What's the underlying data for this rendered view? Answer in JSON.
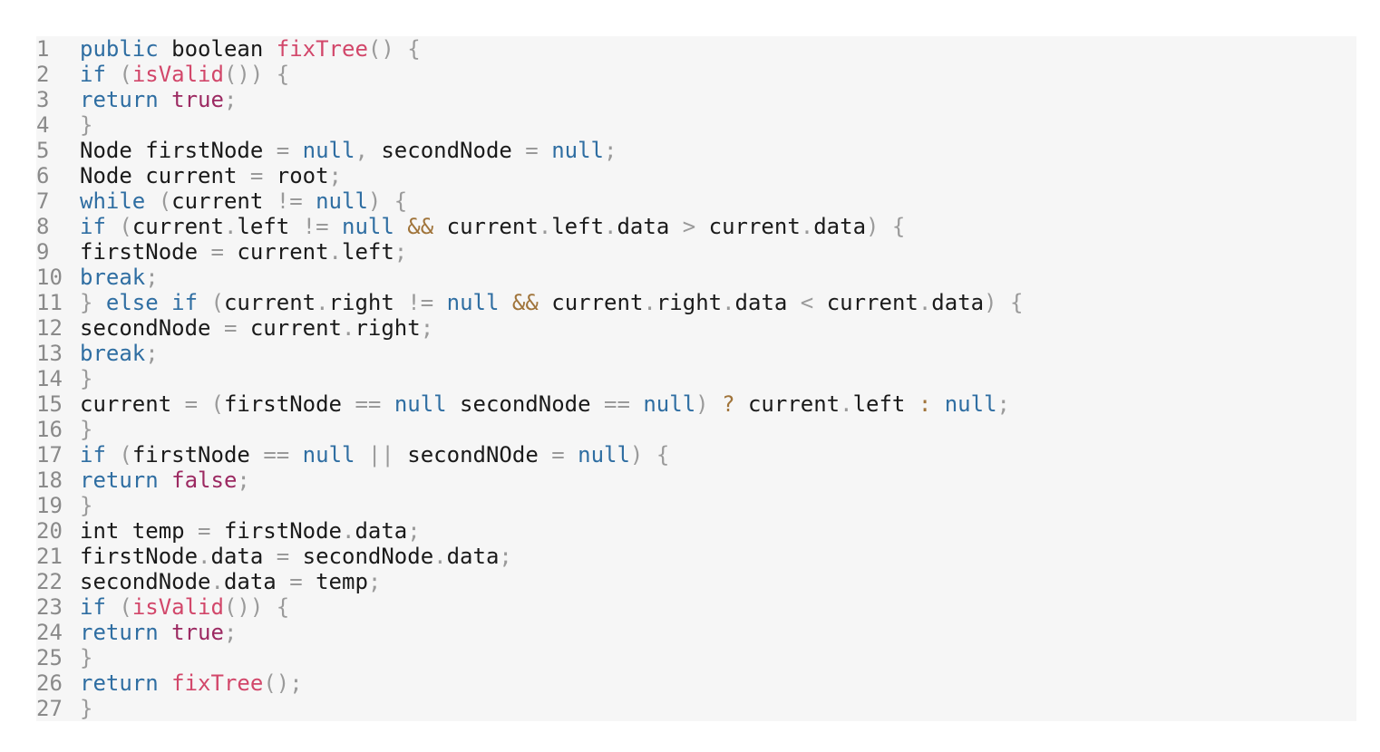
{
  "colors": {
    "keyword": "#2f6ea2",
    "function": "#d2476a",
    "literal": "#9c2a62",
    "punctuation": "#9a9a9a",
    "logical_operator": "#a0743a",
    "plain": "#1a1a1a",
    "gutter": "#8a8a8a",
    "background": "#f6f6f6"
  },
  "code": {
    "lines": [
      {
        "num": "1",
        "tokens": [
          [
            "kw",
            "public"
          ],
          [
            "plain",
            " boolean "
          ],
          [
            "fn",
            "fixTree"
          ],
          [
            "punc",
            "() {"
          ]
        ]
      },
      {
        "num": "2",
        "tokens": [
          [
            "kw",
            "if"
          ],
          [
            "punc",
            " ("
          ],
          [
            "fn",
            "isValid"
          ],
          [
            "punc",
            "()) {"
          ]
        ]
      },
      {
        "num": "3",
        "tokens": [
          [
            "kw",
            "return"
          ],
          [
            "plain",
            " "
          ],
          [
            "lit",
            "true"
          ],
          [
            "punc",
            ";"
          ]
        ]
      },
      {
        "num": "4",
        "tokens": [
          [
            "punc",
            "}"
          ]
        ]
      },
      {
        "num": "5",
        "tokens": [
          [
            "plain",
            "Node firstNode "
          ],
          [
            "op",
            "="
          ],
          [
            "plain",
            " "
          ],
          [
            "kw",
            "null"
          ],
          [
            "punc",
            ","
          ],
          [
            "plain",
            " secondNode "
          ],
          [
            "op",
            "="
          ],
          [
            "plain",
            " "
          ],
          [
            "kw",
            "null"
          ],
          [
            "punc",
            ";"
          ]
        ]
      },
      {
        "num": "6",
        "tokens": [
          [
            "plain",
            "Node current "
          ],
          [
            "op",
            "="
          ],
          [
            "plain",
            " root"
          ],
          [
            "punc",
            ";"
          ]
        ]
      },
      {
        "num": "7",
        "tokens": [
          [
            "kw",
            "while"
          ],
          [
            "plain",
            " "
          ],
          [
            "punc",
            "("
          ],
          [
            "plain",
            "current "
          ],
          [
            "op",
            "!="
          ],
          [
            "plain",
            " "
          ],
          [
            "kw",
            "null"
          ],
          [
            "punc",
            ") {"
          ]
        ]
      },
      {
        "num": "8",
        "tokens": [
          [
            "kw",
            "if"
          ],
          [
            "plain",
            " "
          ],
          [
            "punc",
            "("
          ],
          [
            "plain",
            "current"
          ],
          [
            "punc",
            "."
          ],
          [
            "plain",
            "left "
          ],
          [
            "op",
            "!="
          ],
          [
            "plain",
            " "
          ],
          [
            "kw",
            "null"
          ],
          [
            "plain",
            " "
          ],
          [
            "amp",
            "&&"
          ],
          [
            "plain",
            " current"
          ],
          [
            "punc",
            "."
          ],
          [
            "plain",
            "left"
          ],
          [
            "punc",
            "."
          ],
          [
            "plain",
            "data "
          ],
          [
            "op",
            ">"
          ],
          [
            "plain",
            " current"
          ],
          [
            "punc",
            "."
          ],
          [
            "plain",
            "data"
          ],
          [
            "punc",
            ") {"
          ]
        ]
      },
      {
        "num": "9",
        "tokens": [
          [
            "plain",
            "firstNode "
          ],
          [
            "op",
            "="
          ],
          [
            "plain",
            " current"
          ],
          [
            "punc",
            "."
          ],
          [
            "plain",
            "left"
          ],
          [
            "punc",
            ";"
          ]
        ]
      },
      {
        "num": "10",
        "tokens": [
          [
            "kw",
            "break"
          ],
          [
            "punc",
            ";"
          ]
        ]
      },
      {
        "num": "11",
        "tokens": [
          [
            "punc",
            "}"
          ],
          [
            "plain",
            " "
          ],
          [
            "kw",
            "else if"
          ],
          [
            "plain",
            " "
          ],
          [
            "punc",
            "("
          ],
          [
            "plain",
            "current"
          ],
          [
            "punc",
            "."
          ],
          [
            "plain",
            "right "
          ],
          [
            "op",
            "!="
          ],
          [
            "plain",
            " "
          ],
          [
            "kw",
            "null"
          ],
          [
            "plain",
            " "
          ],
          [
            "amp",
            "&&"
          ],
          [
            "plain",
            " current"
          ],
          [
            "punc",
            "."
          ],
          [
            "plain",
            "right"
          ],
          [
            "punc",
            "."
          ],
          [
            "plain",
            "data "
          ],
          [
            "op",
            "<"
          ],
          [
            "plain",
            " current"
          ],
          [
            "punc",
            "."
          ],
          [
            "plain",
            "data"
          ],
          [
            "punc",
            ") {"
          ]
        ]
      },
      {
        "num": "12",
        "tokens": [
          [
            "plain",
            "secondNode "
          ],
          [
            "op",
            "="
          ],
          [
            "plain",
            " current"
          ],
          [
            "punc",
            "."
          ],
          [
            "plain",
            "right"
          ],
          [
            "punc",
            ";"
          ]
        ]
      },
      {
        "num": "13",
        "tokens": [
          [
            "kw",
            "break"
          ],
          [
            "punc",
            ";"
          ]
        ]
      },
      {
        "num": "14",
        "tokens": [
          [
            "punc",
            "}"
          ]
        ]
      },
      {
        "num": "15",
        "tokens": [
          [
            "plain",
            "current "
          ],
          [
            "op",
            "="
          ],
          [
            "plain",
            " "
          ],
          [
            "punc",
            "("
          ],
          [
            "plain",
            "firstNode "
          ],
          [
            "op",
            "=="
          ],
          [
            "plain",
            " "
          ],
          [
            "kw",
            "null"
          ],
          [
            "plain",
            " secondNode "
          ],
          [
            "op",
            "=="
          ],
          [
            "plain",
            " "
          ],
          [
            "kw",
            "null"
          ],
          [
            "punc",
            ")"
          ],
          [
            "plain",
            " "
          ],
          [
            "amp",
            "?"
          ],
          [
            "plain",
            " current"
          ],
          [
            "punc",
            "."
          ],
          [
            "plain",
            "left "
          ],
          [
            "amp",
            ":"
          ],
          [
            "plain",
            " "
          ],
          [
            "kw",
            "null"
          ],
          [
            "punc",
            ";"
          ]
        ]
      },
      {
        "num": "16",
        "tokens": [
          [
            "punc",
            "}"
          ]
        ]
      },
      {
        "num": "17",
        "tokens": [
          [
            "kw",
            "if"
          ],
          [
            "plain",
            " "
          ],
          [
            "punc",
            "("
          ],
          [
            "plain",
            "firstNode "
          ],
          [
            "op",
            "=="
          ],
          [
            "plain",
            " "
          ],
          [
            "kw",
            "null"
          ],
          [
            "plain",
            " "
          ],
          [
            "op",
            "||"
          ],
          [
            "plain",
            " secondNOde "
          ],
          [
            "op",
            "="
          ],
          [
            "plain",
            " "
          ],
          [
            "kw",
            "null"
          ],
          [
            "punc",
            ") {"
          ]
        ]
      },
      {
        "num": "18",
        "tokens": [
          [
            "kw",
            "return"
          ],
          [
            "plain",
            " "
          ],
          [
            "lit",
            "false"
          ],
          [
            "punc",
            ";"
          ]
        ]
      },
      {
        "num": "19",
        "tokens": [
          [
            "punc",
            "}"
          ]
        ]
      },
      {
        "num": "20",
        "tokens": [
          [
            "plain",
            "int temp "
          ],
          [
            "op",
            "="
          ],
          [
            "plain",
            " firstNode"
          ],
          [
            "punc",
            "."
          ],
          [
            "plain",
            "data"
          ],
          [
            "punc",
            ";"
          ]
        ]
      },
      {
        "num": "21",
        "tokens": [
          [
            "plain",
            "firstNode"
          ],
          [
            "punc",
            "."
          ],
          [
            "plain",
            "data "
          ],
          [
            "op",
            "="
          ],
          [
            "plain",
            " secondNode"
          ],
          [
            "punc",
            "."
          ],
          [
            "plain",
            "data"
          ],
          [
            "punc",
            ";"
          ]
        ]
      },
      {
        "num": "22",
        "tokens": [
          [
            "plain",
            "secondNode"
          ],
          [
            "punc",
            "."
          ],
          [
            "plain",
            "data "
          ],
          [
            "op",
            "="
          ],
          [
            "plain",
            " temp"
          ],
          [
            "punc",
            ";"
          ]
        ]
      },
      {
        "num": "23",
        "tokens": [
          [
            "kw",
            "if"
          ],
          [
            "punc",
            " ("
          ],
          [
            "fn",
            "isValid"
          ],
          [
            "punc",
            "()) {"
          ]
        ]
      },
      {
        "num": "24",
        "tokens": [
          [
            "kw",
            "return"
          ],
          [
            "plain",
            " "
          ],
          [
            "lit",
            "true"
          ],
          [
            "punc",
            ";"
          ]
        ]
      },
      {
        "num": "25",
        "tokens": [
          [
            "punc",
            "}"
          ]
        ]
      },
      {
        "num": "26",
        "tokens": [
          [
            "kw",
            "return"
          ],
          [
            "plain",
            " "
          ],
          [
            "fn",
            "fixTree"
          ],
          [
            "punc",
            "();"
          ]
        ]
      },
      {
        "num": "27",
        "tokens": [
          [
            "punc",
            "}"
          ]
        ]
      }
    ]
  }
}
